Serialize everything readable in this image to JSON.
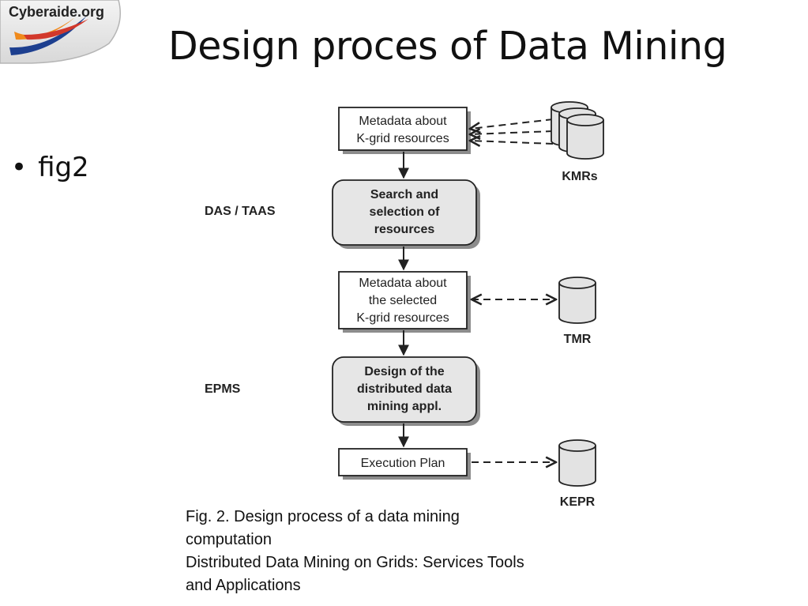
{
  "logo": {
    "text": "Cyberaide.org",
    "colors": {
      "swoosh_orange": "#f08a1c",
      "swoosh_blue": "#1d3f8f",
      "swoosh_red": "#d2382b"
    }
  },
  "slide": {
    "title": "Design proces of Data Mining",
    "bullets": [
      {
        "text": "fig2"
      }
    ]
  },
  "diagram": {
    "nodes": {
      "metadata_kgrid": [
        "Metadata about",
        "K-grid resources"
      ],
      "search_selection": [
        "Search and",
        "selection of",
        "resources"
      ],
      "metadata_selected": [
        "Metadata about",
        "the selected",
        "K-grid resources"
      ],
      "design_appl": [
        "Design of the",
        "distributed data",
        "mining appl."
      ],
      "execution_plan": [
        "Execution Plan"
      ]
    },
    "side_labels": {
      "das_taas": "DAS / TAAS",
      "epms": "EPMS"
    },
    "repositories": {
      "kmrs": "KMRs",
      "tmr": "TMR",
      "kepr": "KEPR"
    },
    "colors": {
      "box_fill": "#ffffff",
      "rounded_fill": "#e6e6e6",
      "shadow": "#8c8c8c",
      "stroke": "#222222",
      "db_fill": "#e3e3e3"
    }
  },
  "caption": {
    "lines": [
      "Fig. 2. Design process of a data mining",
      "computation",
      "Distributed Data Mining on Grids:  Services Tools",
      "and Applications"
    ]
  }
}
